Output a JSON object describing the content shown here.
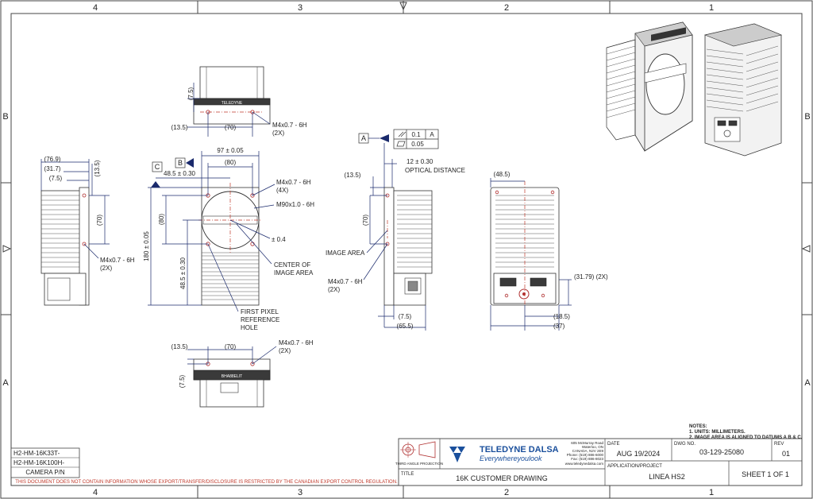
{
  "zones": {
    "cols": [
      "4",
      "3",
      "2",
      "1"
    ],
    "rows": [
      "B",
      "A"
    ]
  },
  "datums": {
    "a": "A",
    "b": "B",
    "c": "C"
  },
  "gdt": {
    "parallelism": "0.1",
    "parallelism_datum": "A",
    "flatness": "0.05"
  },
  "dims": {
    "top_view": {
      "d7_5": "(7.5)",
      "d13_5": "(13.5)",
      "d70": "(70)",
      "thread": "M4x0.7 - 6H",
      "thread_qty": "(2X)"
    },
    "front_view": {
      "width": "97 ± 0.05",
      "d80": "(80)",
      "d48_5_h": "48.5 ± 0.30",
      "height": "180 ± 0.05",
      "d80_v": "(80)",
      "d48_5_v": "48.5 ± 0.30",
      "thread": "M4x0.7 - 6H",
      "thread_qty": "(4X)",
      "mount": "M90x1.0 - 6H",
      "tolerance": "± 0.4",
      "center_1": "CENTER OF",
      "center_2": "IMAGE AREA",
      "first_pixel_1": "FIRST PIXEL",
      "first_pixel_2": "REFERENCE",
      "first_pixel_3": "HOLE"
    },
    "bottom_view": {
      "d13_5": "(13.5)",
      "d70": "(70)",
      "d7_5": "(7.5)",
      "thread": "M4x0.7 - 6H",
      "thread_qty": "(2X)"
    },
    "left_view": {
      "d76_9": "(76.9)",
      "d31_7": "(31.7)",
      "d7_5": "(7.5)",
      "d13_5": "(13.5)",
      "d70": "(70)",
      "thread": "M4x0.7 - 6H",
      "thread_qty": "(2X)"
    },
    "right_view": {
      "optical_value": "12 ± 0.30",
      "optical_label": "OPTICAL DISTANCE",
      "d13_5": "(13.5)",
      "d70": "(70)",
      "image_area": "IMAGE AREA",
      "thread": "M4x0.7 - 6H",
      "thread_qty": "(2X)",
      "d7_5": "(7.5)",
      "d65_5": "(65.5)"
    },
    "rear_view": {
      "d48_5": "(48.5)",
      "d31_79": "(31.79) (2X)",
      "d18_5": "(18.5)",
      "d37": "(37)"
    }
  },
  "notes": {
    "heading": "NOTES:",
    "line1": "1. UNITS: MILLIMETERS.",
    "line2": "2. IMAGE AREA IS ALIGNED TO DATUMS A B & C."
  },
  "part_numbers": [
    "H2-HM-16K33T-",
    "H2-HM-16K100H-"
  ],
  "part_number_label": "CAMERA P/N",
  "export_notice": "THIS DOCUMENT DOES NOT CONTAIN INFORMATION WHOSE EXPORT/TRANSFER/DISCLOSURE IS RESTRICTED BY THE CANADIAN EXPORT CONTROL REGULATION.",
  "title_block": {
    "projection": "THIRD ANGLE PROJECTION",
    "brand": "TELEDYNE DALSA",
    "tagline": "Everywhereyoulook",
    "address": [
      "605 McMurray Road",
      "Waterloo, ON",
      "CANADA, N2V 2E9",
      "Phone: (519) 886-6000",
      "Fax: (519) 886-8023",
      "www.teledynedalsa.com"
    ],
    "title_caption": "TITLE",
    "title": "16K CUSTOMER DRAWING",
    "date_caption": "DATE",
    "date": "AUG 19/2024",
    "dwg_no_caption": "DWG NO.",
    "dwg_no": "03-129-25080",
    "rev_caption": "REV",
    "rev": "01",
    "application_caption": "APPLICATION/PROJECT",
    "application": "LINEA HS2",
    "sheet": "SHEET 1  OF  1"
  }
}
